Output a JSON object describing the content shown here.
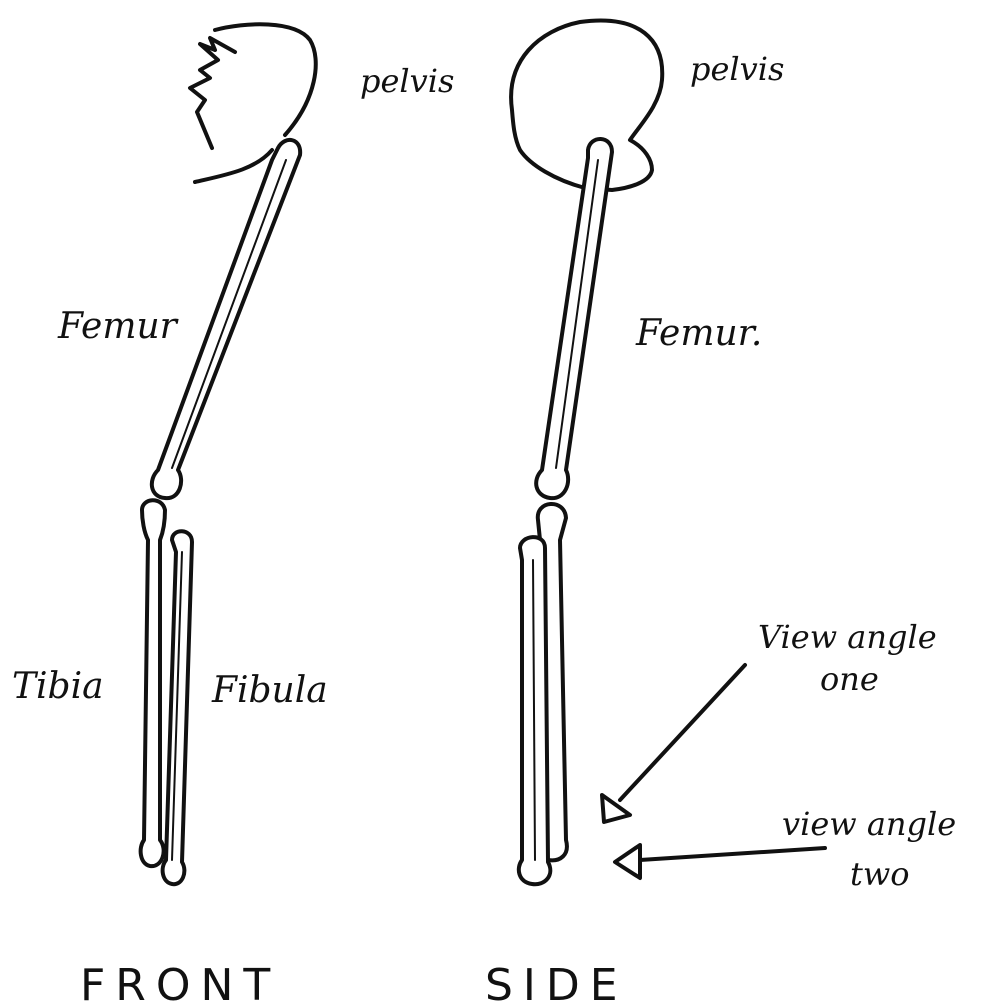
{
  "front": {
    "pelvis_label": "pelvis",
    "femur_label": "Femur",
    "tibia_label": "Tibia",
    "fibula_label": "Fibula",
    "caption": "FRONT"
  },
  "side": {
    "pelvis_label": "pelvis",
    "femur_label": "Femur.",
    "view_angle_one_line1": "View angle",
    "view_angle_one_line2": "one",
    "view_angle_two_line1": "view angle",
    "view_angle_two_line2": "two",
    "caption": "SIDE"
  },
  "colors": {
    "ink": "#111111",
    "paper": "#ffffff"
  }
}
